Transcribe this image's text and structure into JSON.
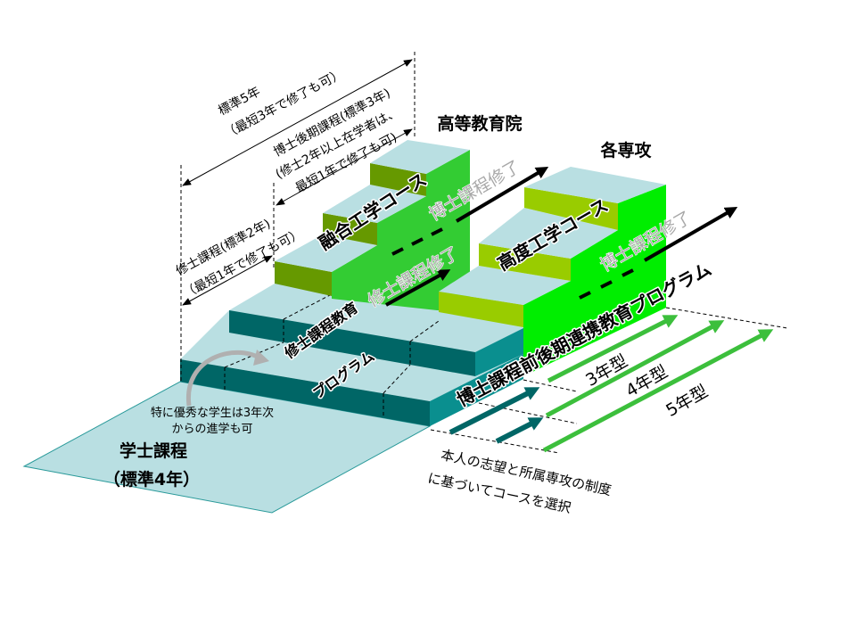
{
  "headings": {
    "institute": "高等教育院",
    "departments": "各専攻"
  },
  "durations": {
    "total_standard": "標準5年",
    "total_shortest": "（最短3年で修了も可）",
    "doctoral_line1": "博士後期課程(標準3年)",
    "doctoral_line2": "(修士2年以上在学者は、",
    "doctoral_line3": "最短1年で修了も可)",
    "master_line1": "修士課程(標準2年)",
    "master_line2": "（最短1年で修了も可）"
  },
  "courses": {
    "fusion": "融合工学コース",
    "advanced": "高度工学コース",
    "phd_complete_left": "博士課程修了",
    "master_complete": "修士課程修了",
    "phd_complete_right": "博士課程修了",
    "integrated_program": "博士課程前後期連携教育プログラム",
    "master_program_line1": "修士課程教育",
    "master_program_line2": "プログラム"
  },
  "undergrad": {
    "title": "学士課程",
    "standard": "（標準4年）",
    "note_line1": "特に優秀な学生は3年次",
    "note_line2": "からの進学も可"
  },
  "types": {
    "three_year": "3年型",
    "four_year": "4年型",
    "five_year": "5年型"
  },
  "selection_note": {
    "line1": "本人の志望と所属専攻の制度",
    "line2": "に基づいてコースを選択"
  },
  "colors": {
    "light_blue": "#b9dfe2",
    "teal_front": "#006666",
    "teal_side": "#0a8f8f",
    "olive": "#669900",
    "yellow_green": "#99cc00",
    "green_side_left": "#33cc33",
    "green_side_right": "#00ee00",
    "arrow_green": "#3cbf3c"
  }
}
